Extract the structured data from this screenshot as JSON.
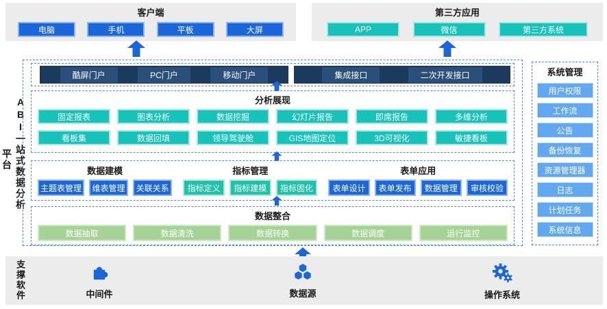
{
  "client": {
    "title": "客户端",
    "items": [
      "电脑",
      "手机",
      "平板",
      "大屏"
    ]
  },
  "third_party": {
    "title": "第三方应用",
    "items": [
      "APP",
      "微信",
      "第三方系统"
    ]
  },
  "platform": {
    "label_main": "ABI一站式数据分析",
    "label_tail": "平台"
  },
  "portal_bar": {
    "items": [
      "酷屏门户",
      "PC门户",
      "移动门户"
    ]
  },
  "interface_bar": {
    "items": [
      "集成接口",
      "二次开发接口"
    ]
  },
  "analysis": {
    "title": "分析展现",
    "row1": [
      "固定报表",
      "图表分析",
      "数据挖掘",
      "幻灯片报告",
      "即席报告",
      "多维分析"
    ],
    "row2": [
      "看板集",
      "数据回填",
      "领导驾驶舱",
      "GIS地图定位",
      "3D可视化",
      "敏捷看板"
    ]
  },
  "modeling": {
    "title": "数据建模",
    "items": [
      "主题表管理",
      "维表管理",
      "关联关系"
    ]
  },
  "metrics": {
    "title": "指标管理",
    "items": [
      "指标定义",
      "指标建模",
      "指标固化"
    ]
  },
  "forms": {
    "title": "表单应用",
    "items": [
      "表单设计",
      "表单发布",
      "数据管理",
      "审核校验"
    ]
  },
  "integration": {
    "title": "数据整合",
    "items": [
      "数据抽取",
      "数据清洗",
      "数据转换",
      "数据调度",
      "运行监控"
    ]
  },
  "system": {
    "title": "系统管理",
    "items": [
      "用户权限",
      "工作流",
      "公告",
      "备份恢复",
      "资源管理器",
      "日志",
      "计划任务",
      "系统信息"
    ]
  },
  "support": {
    "title": "支撑软件",
    "items": [
      {
        "icon": "puzzle-icon",
        "label": "中间件"
      },
      {
        "icon": "hex-nodes-icon",
        "label": "数据源"
      },
      {
        "icon": "gears-icon",
        "label": "操作系统"
      }
    ]
  },
  "colors": {
    "accent_blue": "#1b66d9",
    "teal": "#16c2ba",
    "metric_teal": "#1ec2a9",
    "navy_bar": "#1b3a5c",
    "navy_item": "#2a4f7a",
    "light_blue": "#61a8f0",
    "green": "#a4d395",
    "dashed_border": "#4a86e8",
    "panel_gray": "#ececec"
  }
}
